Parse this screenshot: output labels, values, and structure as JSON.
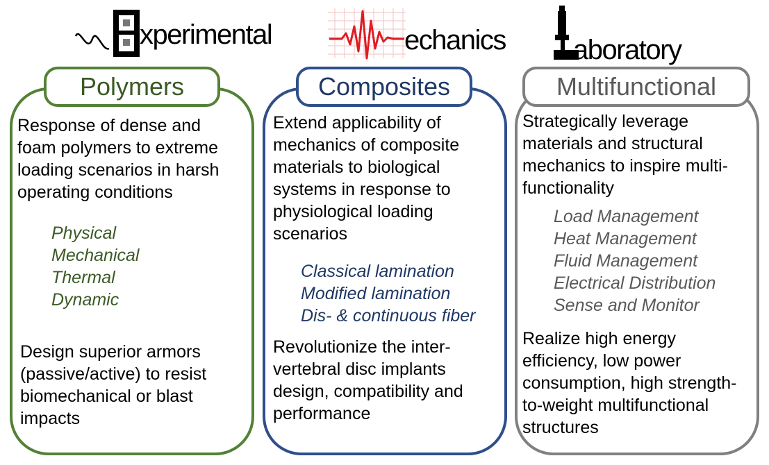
{
  "header": {
    "logo_words": [
      "xperimental",
      "echanics",
      "aboratory"
    ],
    "colors": {
      "waveform": "#e01b24",
      "grid": "#f0b0b0",
      "ink": "#000000"
    },
    "icons": [
      "load-frame-icon",
      "waveform-icon",
      "microscope-icon"
    ]
  },
  "columns": [
    {
      "key": "polymers",
      "title": "Polymers",
      "color": "#538135",
      "description": "Response of dense and foam polymers to extreme loading scenarios in harsh operating conditions",
      "items": [
        "Physical",
        "Mechanical",
        "Thermal",
        "Dynamic"
      ],
      "footer": "Design superior armors (passive/active) to resist biomechanical or blast impacts"
    },
    {
      "key": "composites",
      "title": "Composites",
      "color": "#2f4f8a",
      "description": "Extend applicability of mechanics of composite materials to biological systems in response to physiological loading scenarios",
      "items": [
        "Classical lamination",
        "Modified lamination",
        "Dis- & continuous fiber"
      ],
      "footer": "Revolutionize the inter-vertebral disc implants design, compatibility and performance"
    },
    {
      "key": "multifunctional",
      "title": "Multifunctional",
      "color": "#808080",
      "description": "Strategically leverage materials and structural mechanics to inspire multi-functionality",
      "items": [
        "Load Management",
        "Heat Management",
        "Fluid Management",
        "Electrical Distribution",
        "Sense and Monitor"
      ],
      "footer": "Realize high energy efficiency, low power consumption, high strength-to-weight multifunctional structures"
    }
  ]
}
